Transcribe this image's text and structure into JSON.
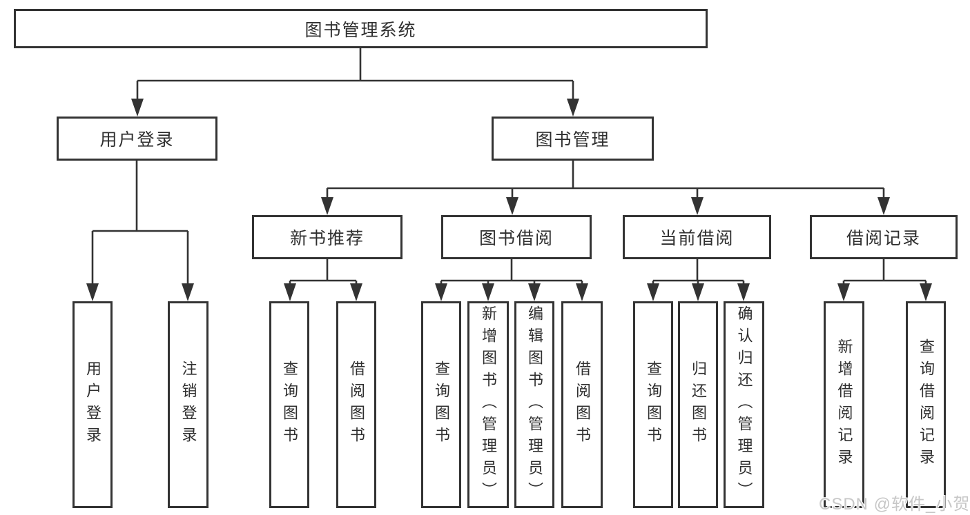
{
  "colors": {
    "background": "#ffffff",
    "line": "#333333",
    "box_border": "#333333",
    "text": "#2f2f2f",
    "watermark": "#c7c7c7"
  },
  "watermark": {
    "text": "CSDN @软件_小贺同学"
  },
  "tree": {
    "root": "图书管理系统",
    "branches": [
      {
        "label": "用户登录",
        "children": [
          "用户登录",
          "注销登录"
        ]
      },
      {
        "label": "图书管理",
        "sections": [
          {
            "label": "新书推荐",
            "children": [
              "查询图书",
              "借阅图书"
            ]
          },
          {
            "label": "图书借阅",
            "children": [
              "查询图书",
              "新增图书（管理员）",
              "编辑图书（管理员）",
              "借阅图书"
            ]
          },
          {
            "label": "当前借阅",
            "children": [
              "查询图书",
              "归还图书",
              "确认归还（管理员）"
            ]
          },
          {
            "label": "借阅记录",
            "children": [
              "新增借阅记录",
              "查询借阅记录"
            ]
          }
        ]
      }
    ]
  }
}
